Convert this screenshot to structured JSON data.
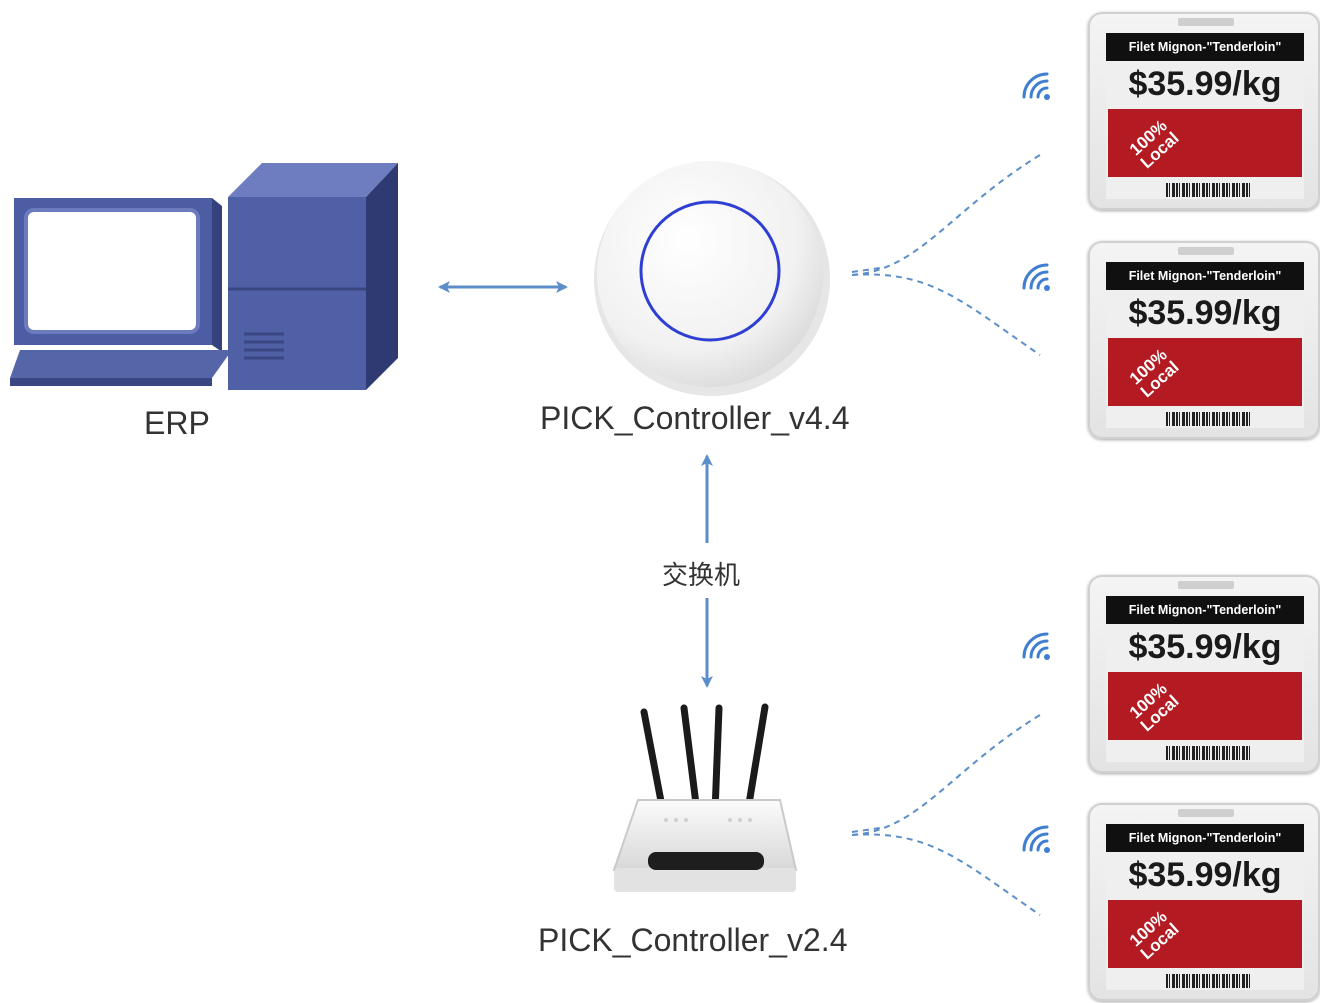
{
  "erp": {
    "label": "ERP"
  },
  "controller_v44": {
    "label": "PICK_Controller_v4.4"
  },
  "switch": {
    "label": "交换机"
  },
  "controller_v24": {
    "label": "PICK_Controller_v2.4"
  },
  "price_tags": [
    {
      "product": "Filet Mignon-\"Tenderloin\"",
      "price": "$35.99/kg",
      "badge": "100% Local"
    },
    {
      "product": "Filet Mignon-\"Tenderloin\"",
      "price": "$35.99/kg",
      "badge": "100% Local"
    },
    {
      "product": "Filet Mignon-\"Tenderloin\"",
      "price": "$35.99/kg",
      "badge": "100% Local"
    },
    {
      "product": "Filet Mignon-\"Tenderloin\"",
      "price": "$35.99/kg",
      "badge": "100% Local"
    }
  ],
  "colors": {
    "arrow": "#5b8ec9",
    "computer": "#4a5aa0",
    "tag_red": "#b31a22"
  },
  "icons": [
    "computer-icon",
    "access-point-icon",
    "router-icon",
    "wifi-signal-icon"
  ]
}
